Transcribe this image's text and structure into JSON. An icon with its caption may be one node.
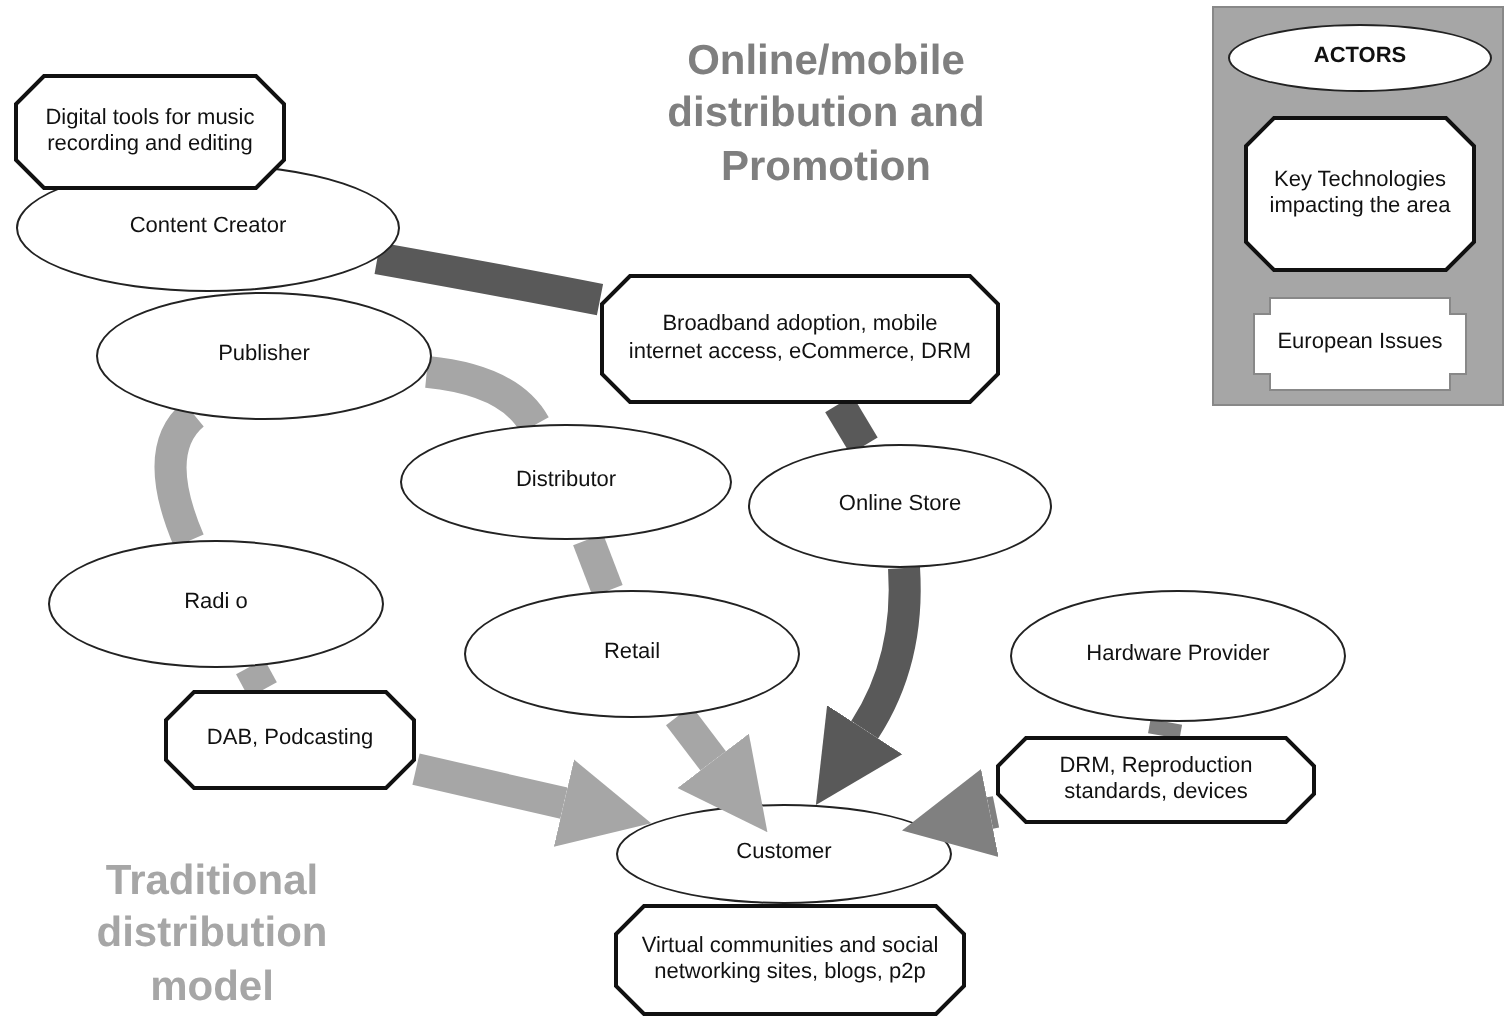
{
  "diagram": {
    "nodes": [
      {
        "text": [
          "Digital tools for music recording and editing"
        ]
      },
      {
        "text": [
          "Content Creator"
        ]
      },
      {
        "text": [
          "Publisher"
        ]
      },
      {
        "text": [
          "Distributor"
        ]
      },
      {
        "text": [
          "Online Store"
        ]
      },
      {
        "text": [
          "Broadband adoption, mobile internet access, eCommerce, DRM"
        ]
      },
      {
        "text": [
          "Radi o"
        ]
      },
      {
        "text": [
          "Retail"
        ]
      },
      {
        "text": [
          "DAB, Podcasting"
        ]
      },
      {
        "text": [
          "Hardware Provider"
        ]
      },
      {
        "text": [
          "DRM, Reproduction standards, devices"
        ]
      },
      {
        "text": [
          "Customer"
        ]
      },
      {
        "text": [
          "Virtual communities and social networking sites, blogs, p2p"
        ]
      }
    ],
    "edges": [
      {
        "from": 1,
        "to": 5,
        "arrow": "none",
        "color": "#595959"
      },
      {
        "from": 5,
        "to": 4,
        "arrow": "none",
        "color": "#595959"
      },
      {
        "from": 4,
        "to": 11,
        "arrow": "to",
        "color": "#595959"
      },
      {
        "from": 2,
        "to": 3,
        "arrow": "none"
      },
      {
        "from": 3,
        "to": 7,
        "arrow": "none"
      },
      {
        "from": 7,
        "to": 11,
        "arrow": "to"
      },
      {
        "from": 2,
        "to": 6,
        "arrow": "none"
      },
      {
        "from": 6,
        "to": 8,
        "arrow": "none"
      },
      {
        "from": 8,
        "to": 11,
        "arrow": "to"
      },
      {
        "from": 9,
        "to": 10,
        "arrow": "none",
        "color": "#808080"
      },
      {
        "from": 10,
        "to": 11,
        "arrow": "to",
        "color": "#808080"
      }
    ],
    "labels": [
      "Online/mobile distribution and Promotion",
      "Traditional distribution model"
    ],
    "legend": [
      {
        "text": "ACTORS"
      },
      {
        "text": "Key Technologies impacting the area"
      },
      {
        "text": "European Issues"
      }
    ]
  }
}
